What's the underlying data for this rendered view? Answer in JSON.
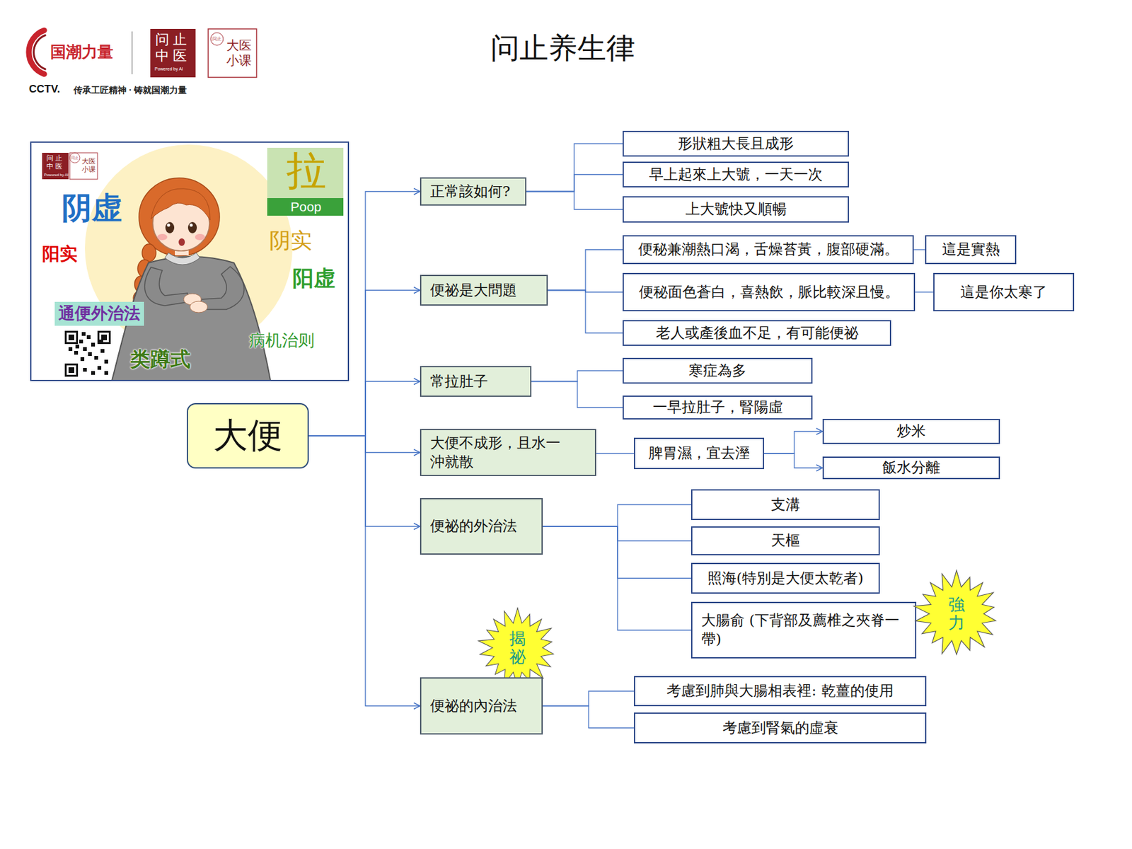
{
  "diagram": {
    "title": "问止养生律",
    "nodes": [
      {
        "text": [
          "大便"
        ]
      },
      {
        "text": [
          "正常該如何?"
        ]
      },
      {
        "text": [
          "形狀粗大長且成形"
        ]
      },
      {
        "text": [
          "早上起來上大號，一天一次"
        ]
      },
      {
        "text": [
          "上大號快又順暢"
        ]
      },
      {
        "text": [
          "便祕是大問題"
        ]
      },
      {
        "text": [
          "便秘兼潮熱口渴，舌燥苔黃，腹部硬滿。"
        ]
      },
      {
        "text": [
          "這是實熱"
        ]
      },
      {
        "text": [
          "便秘面色蒼白，喜熱飲，脈比較深且慢。"
        ]
      },
      {
        "text": [
          "這是你太寒了"
        ]
      },
      {
        "text": [
          "老人或產後血不足，有可能便祕"
        ]
      },
      {
        "text": [
          "常拉肚子"
        ]
      },
      {
        "text": [
          "寒症為多"
        ]
      },
      {
        "text": [
          "一早拉肚子，腎陽虛"
        ]
      },
      {
        "text": [
          "大便不成形，且水一沖就散"
        ]
      },
      {
        "text": [
          "脾胃濕，宜去溼"
        ]
      },
      {
        "text": [
          "炒米"
        ]
      },
      {
        "text": [
          "飯水分離"
        ]
      },
      {
        "text": [
          "便祕的外治法"
        ]
      },
      {
        "text": [
          "支溝"
        ]
      },
      {
        "text": [
          "天樞"
        ]
      },
      {
        "text": [
          "照海(特別是大便太乾者)"
        ]
      },
      {
        "text": [
          "大腸俞 (下背部及薦椎之夾脊一帶)"
        ]
      },
      {
        "text": [
          "強力"
        ]
      },
      {
        "text": [
          "揭祕"
        ]
      },
      {
        "text": [
          "便祕的內治法"
        ]
      },
      {
        "text": [
          "考慮到肺與大腸相表裡: 乾薑的使用"
        ]
      },
      {
        "text": [
          "考慮到腎氣的虛衰"
        ]
      }
    ],
    "edges": [
      {
        "from": 0,
        "to": 1,
        "arrow": "to"
      },
      {
        "from": 0,
        "to": 5,
        "arrow": "to"
      },
      {
        "from": 0,
        "to": 11,
        "arrow": "to"
      },
      {
        "from": 0,
        "to": 14,
        "arrow": "to"
      },
      {
        "from": 0,
        "to": 18,
        "arrow": "to"
      },
      {
        "from": 0,
        "to": 25,
        "arrow": "to"
      },
      {
        "from": 1,
        "to": 2,
        "arrow": "none"
      },
      {
        "from": 1,
        "to": 3,
        "arrow": "none"
      },
      {
        "from": 1,
        "to": 4,
        "arrow": "none"
      },
      {
        "from": 5,
        "to": 6,
        "arrow": "none"
      },
      {
        "from": 5,
        "to": 8,
        "arrow": "none"
      },
      {
        "from": 5,
        "to": 10,
        "arrow": "none"
      },
      {
        "from": 6,
        "to": 7,
        "arrow": "none"
      },
      {
        "from": 8,
        "to": 9,
        "arrow": "none"
      },
      {
        "from": 11,
        "to": 12,
        "arrow": "none"
      },
      {
        "from": 11,
        "to": 13,
        "arrow": "none"
      },
      {
        "from": 14,
        "to": 15,
        "arrow": "none"
      },
      {
        "from": 15,
        "to": 16,
        "arrow": "to"
      },
      {
        "from": 15,
        "to": 17,
        "arrow": "to"
      },
      {
        "from": 18,
        "to": 19,
        "arrow": "none"
      },
      {
        "from": 18,
        "to": 20,
        "arrow": "none"
      },
      {
        "from": 18,
        "to": 21,
        "arrow": "none"
      },
      {
        "from": 18,
        "to": 22,
        "arrow": "none"
      },
      {
        "from": 25,
        "to": 26,
        "arrow": "none"
      },
      {
        "from": 25,
        "to": 27,
        "arrow": "none"
      }
    ],
    "labels": [
      "国潮力量",
      "问止 中医",
      "Powered by AI",
      "问止",
      "大医 小课",
      "CCTV.",
      "传承工匠精神 · 铸就国潮力量",
      "问止 中医",
      "Powered by AI",
      "问止",
      "大医 小课",
      "拉",
      "Poop",
      "阴虚",
      "阳实",
      "阴实",
      "阳虚",
      "通便外治法",
      "类蹲式",
      "病机治则"
    ]
  }
}
